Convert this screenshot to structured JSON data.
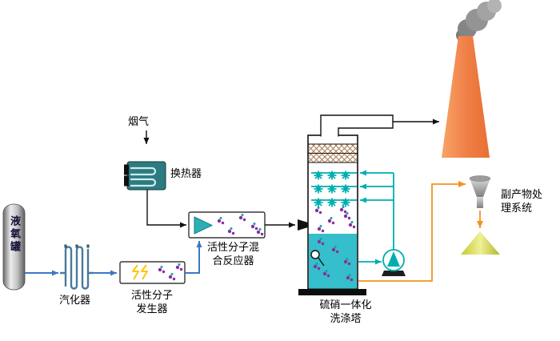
{
  "labels": {
    "flue_gas": "烟气",
    "heat_exchanger": "换热器",
    "oxygen_tank": "液氧罐",
    "vaporizer": "汽化器",
    "generator": {
      "line1": "活性分子",
      "line2": "发生器"
    },
    "mixing_reactor": {
      "line1": "活性分子混",
      "line2": "合反应器"
    },
    "scrubber_tower": {
      "line1": "硫硝一体化",
      "line2": "洗涤塔"
    },
    "byproduct_system": {
      "line1": "副产物处",
      "line2": "理系统"
    }
  },
  "colors": {
    "line_blue": "#3A78C2",
    "line_teal": "#00AEB0",
    "line_orange": "#F5921E",
    "line_black": "#111111",
    "chimney_orange": "#F08048",
    "liquid_teal": "#35BECB",
    "heat_exchanger_teal": "#2D7B80",
    "molecule_purple": "#8A2E9E",
    "molecule_teal": "#15A0A8",
    "lightning_yellow": "#FFC400",
    "cone_yellow": "#D9DB4A",
    "smoke_gray": "#9A9A9A",
    "hatch_brown": "#A97B50"
  }
}
